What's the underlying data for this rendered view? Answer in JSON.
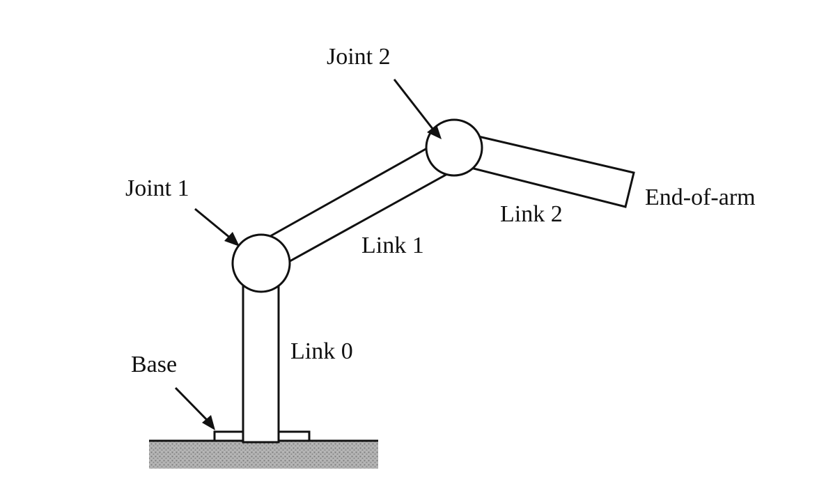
{
  "labels": {
    "joint2": "Joint 2",
    "joint1": "Joint 1",
    "link1": "Link 1",
    "link2": "Link 2",
    "end_of_arm": "End-of-arm",
    "link0": "Link 0",
    "base": "Base"
  },
  "colors": {
    "ink": "#111111",
    "ground_fill": "#b0b0b0",
    "ground_speckle": "#6f6f6f",
    "background": "#ffffff"
  }
}
